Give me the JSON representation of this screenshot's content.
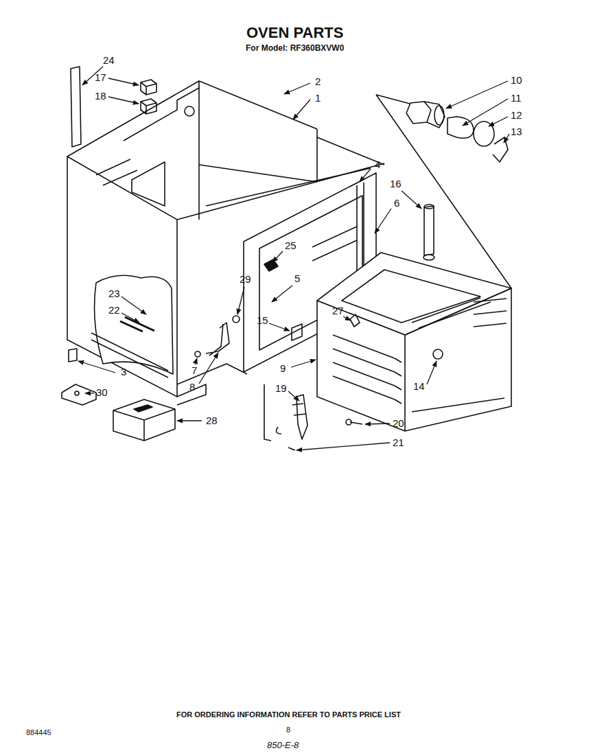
{
  "diagram": {
    "title": "OVEN PARTS",
    "labels": [
      "For Model: RF360BXVW0",
      "24",
      "17",
      "18",
      "2",
      "1",
      "10",
      "11",
      "12",
      "13",
      "4",
      "16",
      "6",
      "25",
      "29",
      "5",
      "23",
      "22",
      "15",
      "27",
      "9",
      "14",
      "3",
      "30",
      "7",
      "8",
      "28",
      "19",
      "20",
      "21",
      "FOR ORDERING INFORMATION REFER TO PARTS PRICE LIST",
      "884445",
      "8",
      "850-E-8"
    ]
  }
}
